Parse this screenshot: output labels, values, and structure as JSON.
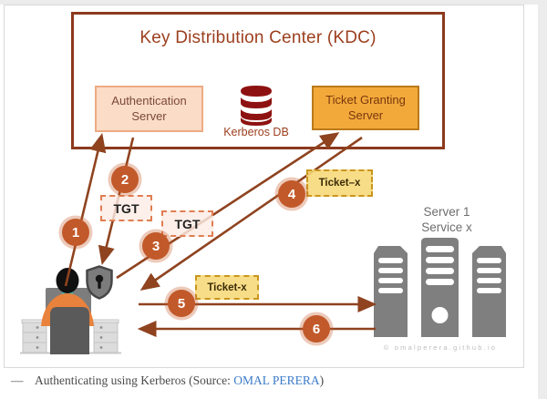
{
  "kdc": {
    "title": "Key Distribution Center (KDC)",
    "auth_server_label": "Authentication\nServer",
    "tgs_label": "Ticket Granting\nServer",
    "db_label": "Kerberos DB"
  },
  "steps": [
    "1",
    "2",
    "3",
    "4",
    "5",
    "6"
  ],
  "tags": {
    "tgt_a": "TGT",
    "tgt_b": "TGT",
    "ticket_a": "Ticket–x",
    "ticket_b": "Ticket-x"
  },
  "server": {
    "label": "Server 1\nService x",
    "watermark": "© omalperera.github.io"
  },
  "caption": {
    "marker": "—",
    "prefix": "Authenticating using Kerberos (Source: ",
    "link_text": "OMAL PERERA",
    "suffix": ")"
  },
  "colors": {
    "kdc_border_brown": "#8c3a1d",
    "arrow_brown": "#8f431f",
    "step_circle_orange": "#c2592a",
    "auth_server_bg": "#fbdcc7",
    "tgs_bg": "#f2a93a",
    "db_red": "#8e1111",
    "link_blue": "#3b7bc8"
  }
}
